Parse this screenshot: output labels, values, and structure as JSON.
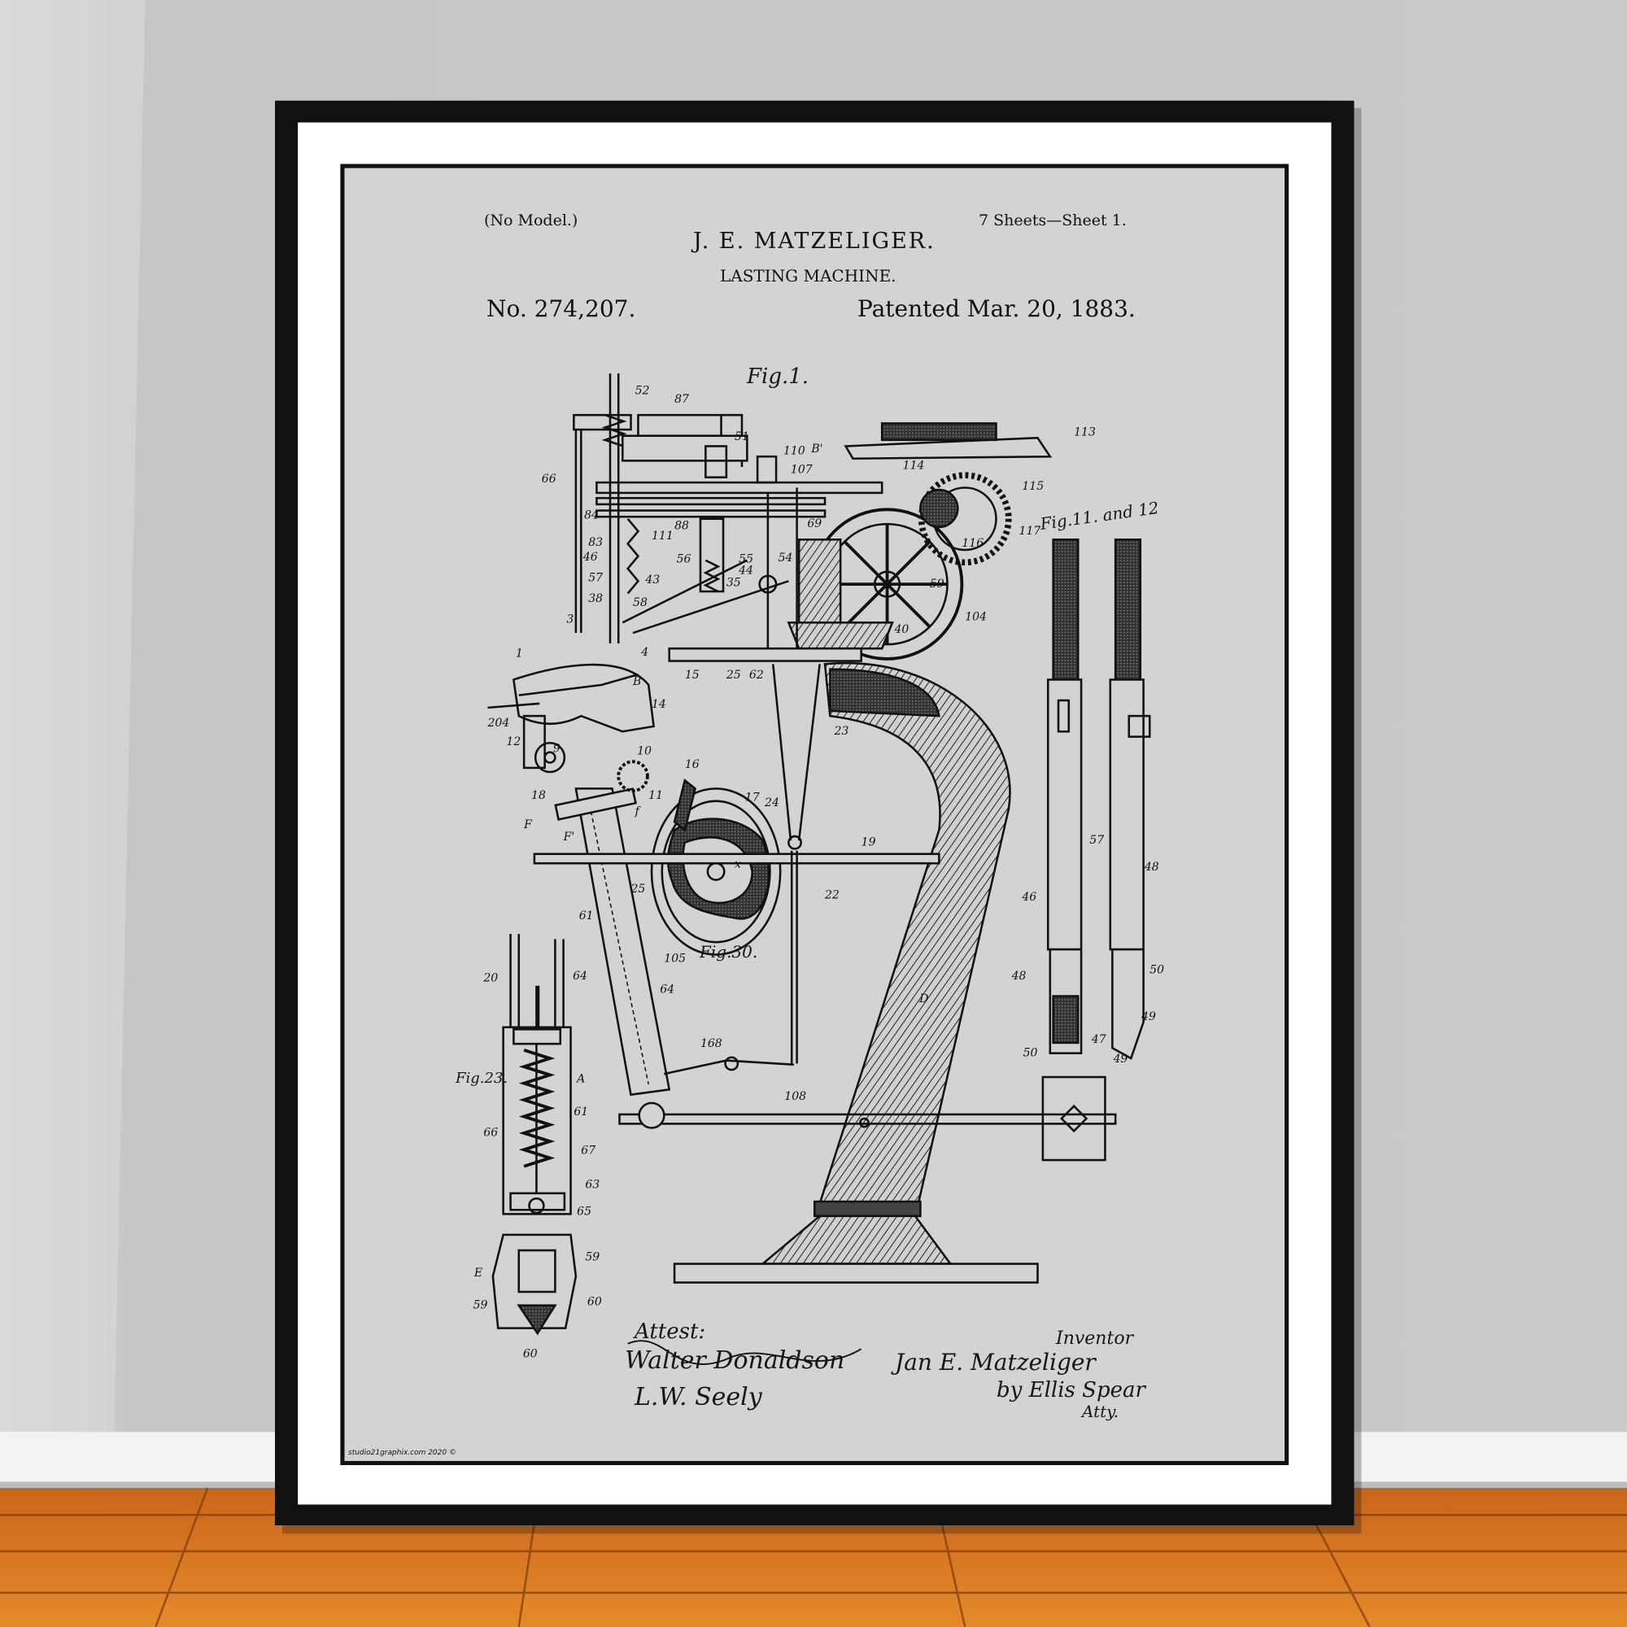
{
  "poster": {
    "model_note": "(No Model.)",
    "sheets": "7 Sheets—Sheet 1.",
    "inventor_name": "J. E. MATZELIGER.",
    "title": "LASTING MACHINE.",
    "patent_number": "No. 274,207.",
    "patent_date": "Patented Mar. 20, 1883.",
    "figures": {
      "fig1": "Fig.1.",
      "fig30": "Fig.30.",
      "fig23": "Fig.23.",
      "fig11": "Fig.11. and 12"
    },
    "part_labels": [
      "52",
      "87",
      "51",
      "110",
      "B'",
      "113",
      "66",
      "107",
      "114",
      "115",
      "84",
      "88",
      "69",
      "83",
      "46",
      "111",
      "116",
      "117",
      "57",
      "56",
      "55",
      "44",
      "54",
      "43",
      "35",
      "38",
      "58",
      "59",
      "3",
      "104",
      "4",
      "40",
      "1",
      "15",
      "25",
      "62",
      "B",
      "23",
      "204",
      "14",
      "12",
      "9",
      "10",
      "16",
      "18",
      "11",
      "17",
      "F",
      "F'",
      "f",
      "24",
      "x",
      "19",
      "25",
      "61",
      "22",
      "105",
      "20",
      "64",
      "64",
      "D",
      "A",
      "66",
      "61",
      "67",
      "63",
      "65",
      "168",
      "108",
      "E",
      "59",
      "59",
      "60",
      "60",
      "57",
      "46",
      "48",
      "48",
      "50",
      "50",
      "47",
      "49",
      "49",
      "47"
    ],
    "signatures": {
      "attest": "Attest:",
      "witness1": "Walter Donaldson",
      "witness2": "L.W. Seely",
      "inventor_label": "Inventor",
      "inventor_sig": "Jan E. Matzeliger",
      "attorney": "by Ellis Spear",
      "atty": "Atty."
    },
    "credit": "studio21graphix.com 2020 ©"
  },
  "colors": {
    "wall": "#c9c9c7",
    "frame": "#111111",
    "mat": "#ffffff",
    "paper": "#d3d3d3",
    "floor": "#d8721c",
    "ink": "#111111"
  }
}
